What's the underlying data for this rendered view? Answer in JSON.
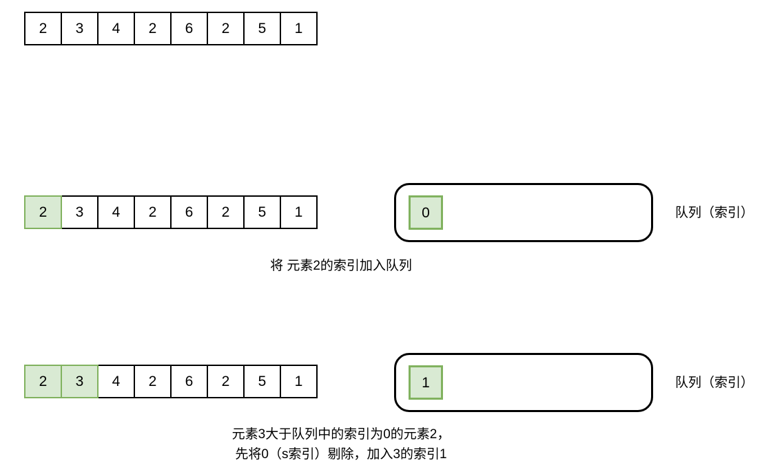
{
  "diagram": {
    "title_text": "",
    "colors": {
      "highlight_fill": "#d9ead3",
      "highlight_border": "#81b25f",
      "cell_border": "#000000",
      "text": "#000000",
      "background": "#ffffff"
    },
    "rows": [
      {
        "id": "row-initial",
        "array": {
          "values": [
            "2",
            "3",
            "4",
            "2",
            "6",
            "2",
            "5",
            "1"
          ],
          "highlighted": [
            false,
            false,
            false,
            false,
            false,
            false,
            false,
            false
          ]
        },
        "queue": null,
        "queue_label": null,
        "caption": null
      },
      {
        "id": "row-step-1",
        "array": {
          "values": [
            "2",
            "3",
            "4",
            "2",
            "6",
            "2",
            "5",
            "1"
          ],
          "highlighted": [
            true,
            false,
            false,
            false,
            false,
            false,
            false,
            false
          ]
        },
        "queue": {
          "items": [
            "0"
          ]
        },
        "queue_label": "队列（索引）",
        "caption": "将 元素2的索引加入队列"
      },
      {
        "id": "row-step-2",
        "array": {
          "values": [
            "2",
            "3",
            "4",
            "2",
            "6",
            "2",
            "5",
            "1"
          ],
          "highlighted": [
            true,
            true,
            false,
            false,
            false,
            false,
            false,
            false
          ]
        },
        "queue": {
          "items": [
            "1"
          ]
        },
        "queue_label": "队列（索引）",
        "caption": "元素3大于队列中的索引为0的元素2，\n先将0（s索引）剔除，加入3的索引1"
      }
    ]
  }
}
